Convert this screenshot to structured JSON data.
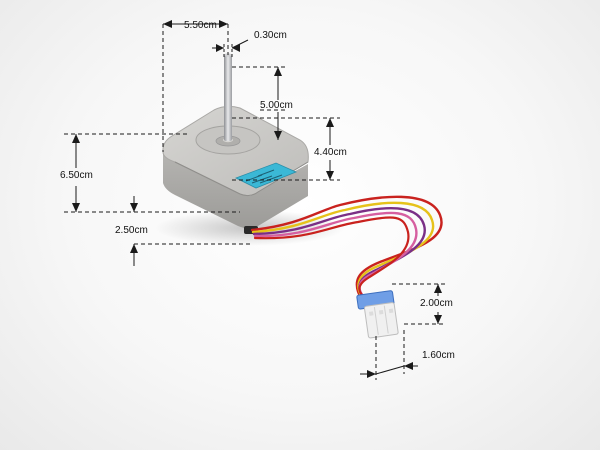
{
  "dimensions": {
    "shaft_offset": "5.50cm",
    "shaft_diameter": "0.30cm",
    "shaft_length": "5.00cm",
    "body_height": "6.50cm",
    "side_height": "4.40cm",
    "base_height": "2.50cm",
    "connector_height": "2.00cm",
    "connector_width": "1.60cm"
  },
  "colors": {
    "housing": "#bdbcb9",
    "housing_top": "#cfcecb",
    "label": "#3bb8d6",
    "connector_lock": "#6f9ee6",
    "connector_body": "#f0f0f0",
    "wire_red": "#c9221e",
    "wire_yellow": "#e6c21a",
    "wire_purple": "#7a2f86",
    "wire_pink": "#d65fa0"
  }
}
